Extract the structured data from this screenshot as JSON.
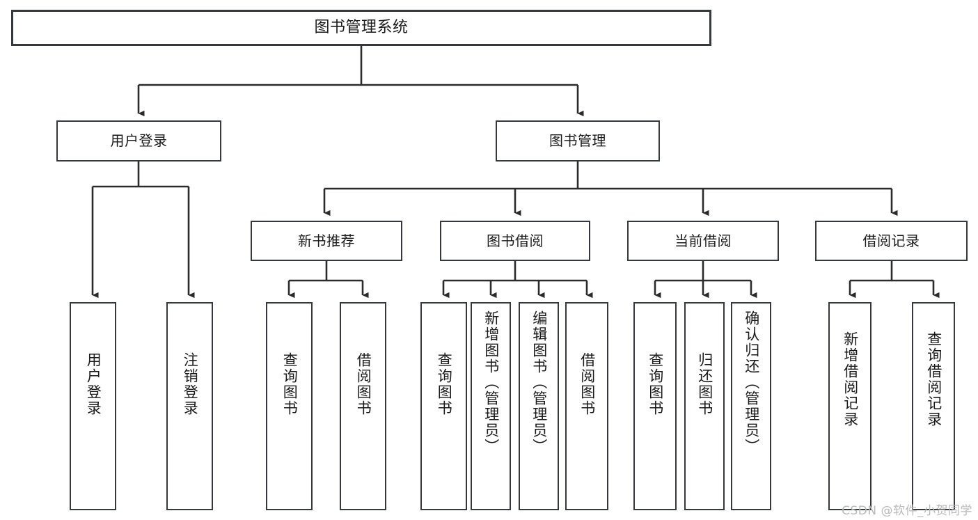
{
  "diagram": {
    "type": "hierarchy",
    "title": "图书管理系统",
    "root": {
      "label": "图书管理系统"
    },
    "level1": [
      {
        "id": "user-login",
        "label": "用户登录"
      },
      {
        "id": "book-manage",
        "label": "图书管理"
      }
    ],
    "level2": [
      {
        "id": "new-book-recommend",
        "label": "新书推荐",
        "parent": "book-manage"
      },
      {
        "id": "book-borrow",
        "label": "图书借阅",
        "parent": "book-manage"
      },
      {
        "id": "current-borrow",
        "label": "当前借阅",
        "parent": "book-manage"
      },
      {
        "id": "borrow-record",
        "label": "借阅记录",
        "parent": "book-manage"
      }
    ],
    "leaves": [
      {
        "id": "leaf-user-login",
        "label": "用户登录",
        "parent": "user-login"
      },
      {
        "id": "leaf-user-logout",
        "label": "注销登录",
        "parent": "user-login"
      },
      {
        "id": "leaf-query-book-1",
        "label": "查询图书",
        "parent": "new-book-recommend"
      },
      {
        "id": "leaf-borrow-book-1",
        "label": "借阅图书",
        "parent": "new-book-recommend"
      },
      {
        "id": "leaf-query-book-2",
        "label": "查询图书",
        "parent": "book-borrow"
      },
      {
        "id": "leaf-add-book",
        "label": "新增图书（管理员）",
        "parent": "book-borrow"
      },
      {
        "id": "leaf-edit-book",
        "label": "编辑图书（管理员）",
        "parent": "book-borrow"
      },
      {
        "id": "leaf-borrow-book-2",
        "label": "借阅图书",
        "parent": "book-borrow"
      },
      {
        "id": "leaf-query-book-3",
        "label": "查询图书",
        "parent": "current-borrow"
      },
      {
        "id": "leaf-return-book",
        "label": "归还图书",
        "parent": "current-borrow"
      },
      {
        "id": "leaf-confirm-return",
        "label": "确认归还（管理员）",
        "parent": "current-borrow"
      },
      {
        "id": "leaf-add-record",
        "label": "新增借阅记录",
        "parent": "borrow-record"
      },
      {
        "id": "leaf-query-record",
        "label": "查询借阅记录",
        "parent": "borrow-record"
      }
    ],
    "colors": {
      "border": "#35383c",
      "background": "#ffffff",
      "text": "#1a1a1a",
      "connector": "#2b2b2b",
      "watermark": "#b9b9b9"
    }
  },
  "watermark": {
    "text": "CSDN @软件_小贺同学"
  }
}
